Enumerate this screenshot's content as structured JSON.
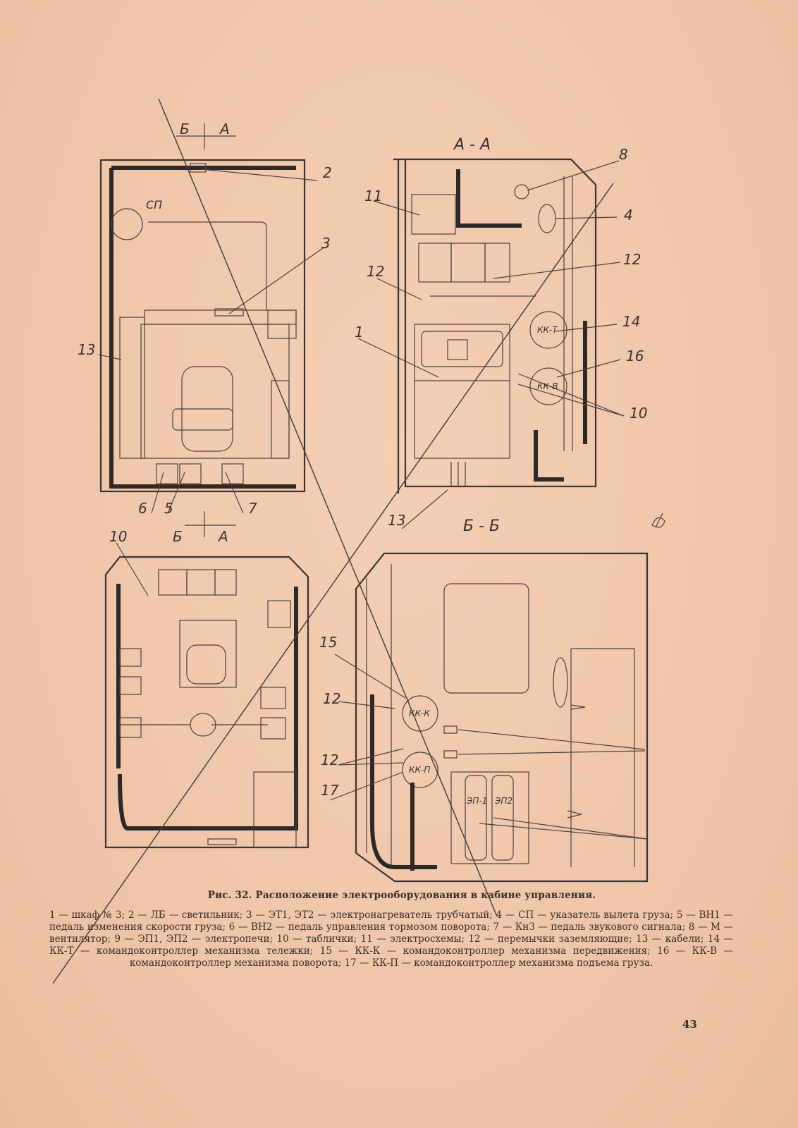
{
  "figure": {
    "caption": "Рис. 32. Расположение электрооборудования в кабине управления.",
    "legend": "1 — шкаф № 3; 2 — ЛБ — светильник; 3 — ЭТ1, ЭТ2 — электронагреватель трубчатый; 4 — СП — указатель вылета груза; 5 — ВН1 — педаль изменения скорости груза; 6 — ВН2 — педаль управления тормозом поворота; 7 — КнЗ — педаль звукового сигнала; 8 — М — вентилятор; 9 — ЭП1, ЭП2 — электропечи; 10 — таблички; 11 — электросхемы; 12 — перемычки заземляющие; 13 — кабели; 14 — КК-Т — командоконтроллер механизма тележки; 15 — КК-К — командоконтроллер механизма передвижения; 16 — КК-В — командоконтроллер механизма поворота; 17 — КК-П — командоконтроллер механизма подъема груза.",
    "page_number": "43"
  },
  "sections": {
    "aa": "А - А",
    "bb": "Б - Б",
    "cut_b": "Б",
    "cut_a": "А"
  },
  "callouts": {
    "c1": "1",
    "c2": "2",
    "c3": "3",
    "c4": "4",
    "c5": "5",
    "c6": "6",
    "c7": "7",
    "c8": "8",
    "c10a": "10",
    "c10b": "10",
    "c11": "11",
    "c12a": "12",
    "c12b": "12",
    "c12c": "12",
    "c12d": "12",
    "c13a": "13",
    "c13b": "13",
    "c14": "14",
    "c15": "15",
    "c16": "16",
    "c17": "17"
  },
  "inscriptions": {
    "sp": "СП",
    "kkt": "КК-Т",
    "kkv": "КК-В",
    "kkk": "КК-К",
    "kkp": "КК-П",
    "ep1": "ЭП-1",
    "ep2": "ЭП2"
  }
}
